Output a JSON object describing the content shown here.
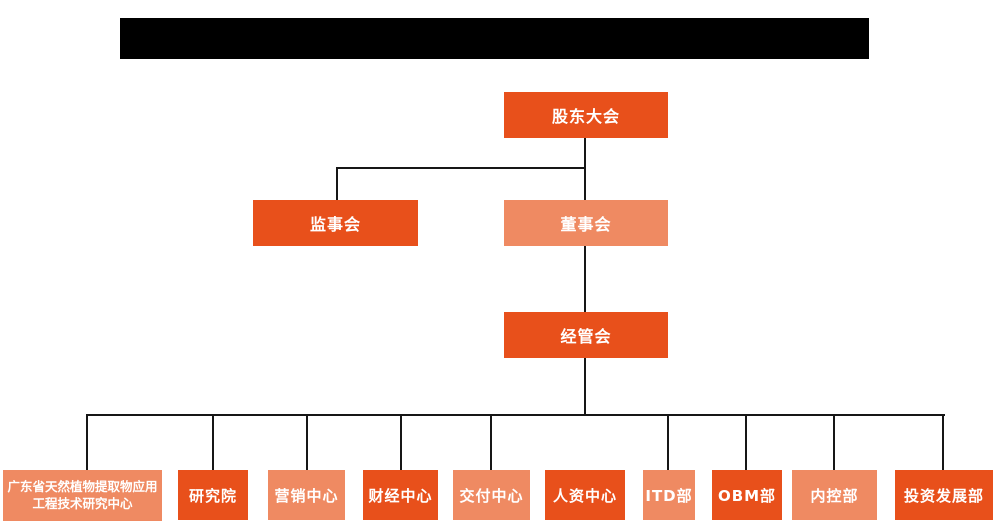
{
  "colors": {
    "primary": "#E8501B",
    "secondary": "#EF8A62",
    "connector": "#161616",
    "redacted": "#000000"
  },
  "chart": {
    "type": "org-chart",
    "root": {
      "label": "股东大会",
      "variant": "primary"
    },
    "supervisory": {
      "label": "监事会",
      "variant": "primary"
    },
    "board": {
      "label": "董事会",
      "variant": "secondary"
    },
    "management": {
      "label": "经管会",
      "variant": "primary"
    },
    "departments": [
      {
        "label": "广东省天然植物提取物应用工程技术研究中心",
        "variant": "secondary"
      },
      {
        "label": "研究院",
        "variant": "primary"
      },
      {
        "label": "营销中心",
        "variant": "secondary"
      },
      {
        "label": "财经中心",
        "variant": "primary"
      },
      {
        "label": "交付中心",
        "variant": "secondary"
      },
      {
        "label": "人资中心",
        "variant": "primary"
      },
      {
        "label": "ITD部",
        "variant": "secondary"
      },
      {
        "label": "OBM部",
        "variant": "primary"
      },
      {
        "label": "内控部",
        "variant": "secondary"
      },
      {
        "label": "投资发展部",
        "variant": "primary"
      }
    ]
  }
}
